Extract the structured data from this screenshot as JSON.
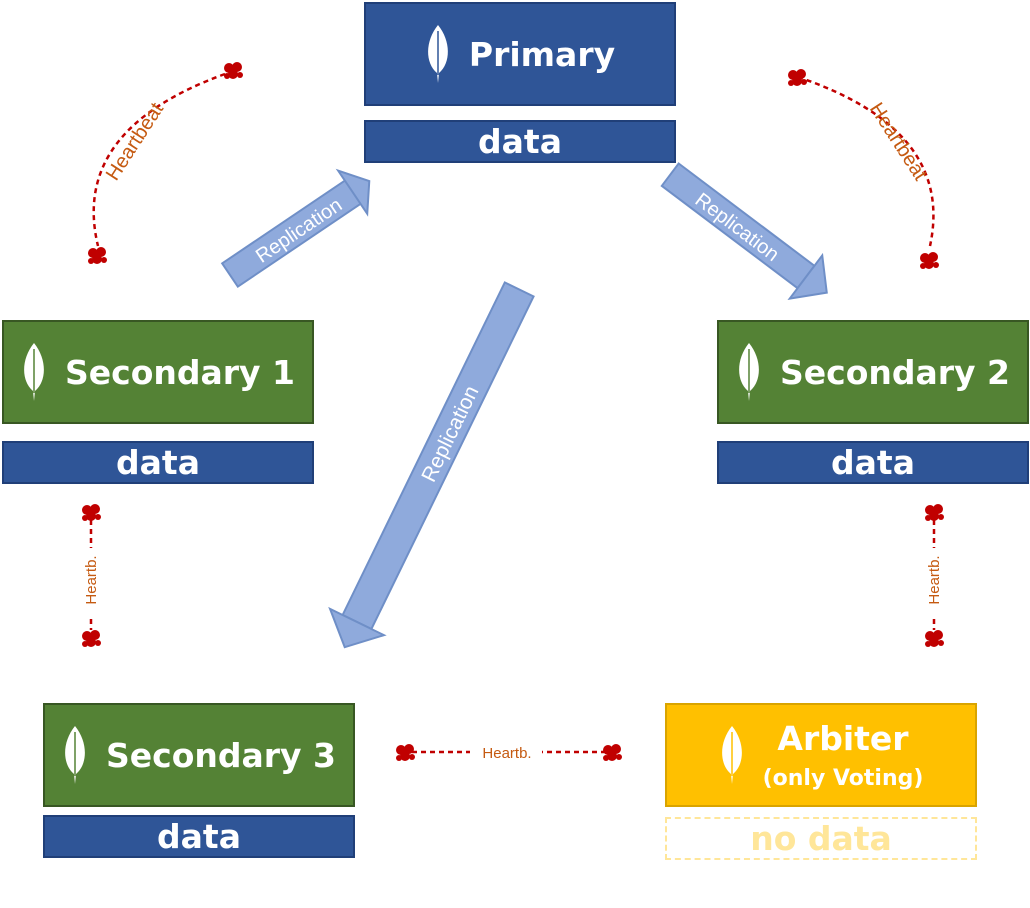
{
  "colors": {
    "primary_blue": "#2f5597",
    "secondary_green": "#548235",
    "arbiter_gold": "#ffc000",
    "no_data_outline": "#ffe699",
    "replication_arrow": "#8faadc",
    "heartbeat_red": "#c00000",
    "heartbeat_label": "#c55a11"
  },
  "icon": "mongodb-leaf-icon",
  "nodes": {
    "primary": {
      "title": "Primary",
      "data": "data"
    },
    "secondary1": {
      "title": "Secondary 1",
      "data": "data"
    },
    "secondary2": {
      "title": "Secondary 2",
      "data": "data"
    },
    "secondary3": {
      "title": "Secondary 3",
      "data": "data"
    },
    "arbiter": {
      "title": "Arbiter",
      "subtitle": "(only Voting)",
      "data": "no data"
    }
  },
  "replication": {
    "to_secondary1": "Replication",
    "to_secondary2": "Replication",
    "to_secondary3": "Replication"
  },
  "heartbeat": {
    "primary_secondary1": "Heartbeat",
    "primary_secondary2": "Heartbeat",
    "secondary1_secondary3": "Heartb.",
    "secondary2_arbiter": "Heartb.",
    "secondary3_arbiter": "Heartb."
  }
}
